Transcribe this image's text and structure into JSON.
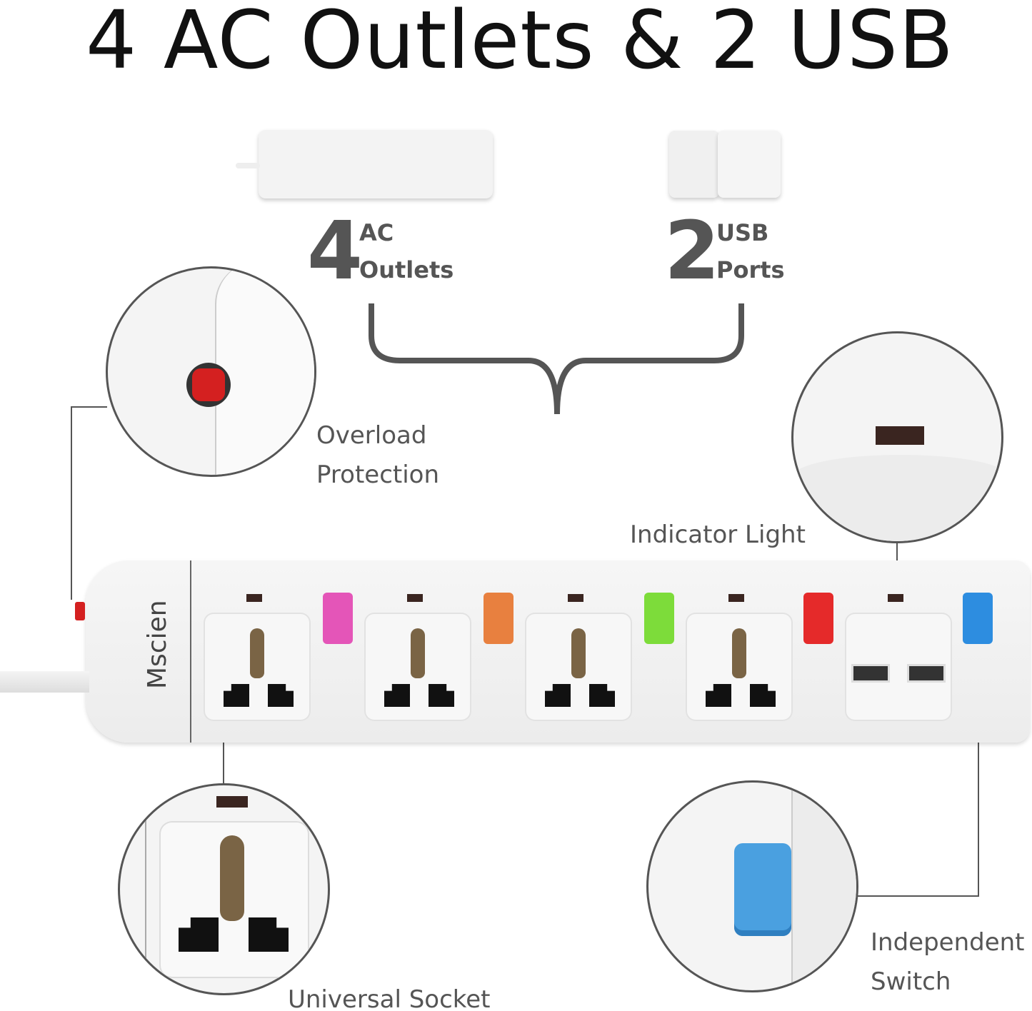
{
  "title": "4 AC Outlets & 2 USB",
  "counts": {
    "ac": {
      "number": "4",
      "line1": "AC",
      "line2": "Outlets"
    },
    "usb": {
      "number": "2",
      "line1": "USB",
      "line2": "Ports"
    }
  },
  "callouts": {
    "overload": {
      "line1": "Overload",
      "line2": "Protection"
    },
    "indicator": "Indicator Light",
    "socket": "Universal Socket",
    "switch": {
      "line1": "Independent",
      "line2": "Switch"
    }
  },
  "brand": "Mscien",
  "colors": {
    "switches": [
      "#e455b8",
      "#e8803f",
      "#7ddc3a",
      "#e52a2a",
      "#2d8de0"
    ],
    "overload_button": "#d42020",
    "text_gray": "#555555"
  }
}
